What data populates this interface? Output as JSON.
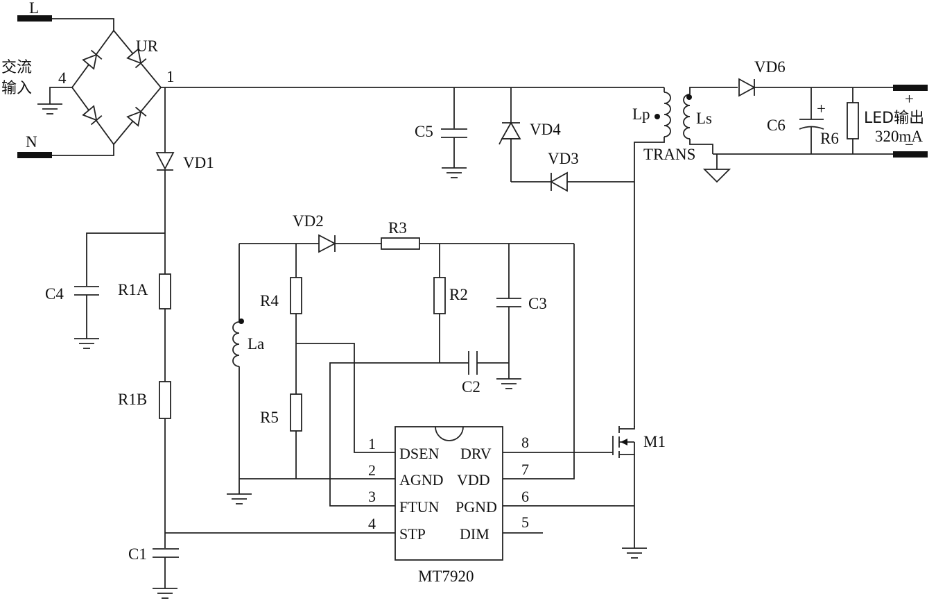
{
  "terminals": {
    "l": "L",
    "n": "N",
    "ac_input_line1": "交流",
    "ac_input_line2": "输入"
  },
  "nodes": {
    "n4": "4",
    "n1": "1"
  },
  "components": {
    "ur": "UR",
    "vd1": "VD1",
    "vd2": "VD2",
    "vd3": "VD3",
    "vd4": "VD4",
    "vd6": "VD6",
    "c1": "C1",
    "c2": "C2",
    "c3": "C3",
    "c4": "C4",
    "c5": "C5",
    "c6": "C6",
    "r1a": "R1A",
    "r1b": "R1B",
    "r2": "R2",
    "r3": "R3",
    "r4": "R4",
    "r5": "R5",
    "r6": "R6",
    "la": "La",
    "lp": "Lp",
    "ls": "Ls",
    "trans": "TRANS",
    "m1": "M1"
  },
  "output": {
    "label": "LED输出",
    "current": "320mA",
    "plus": "+",
    "minus": "−",
    "c6_plus": "+"
  },
  "ic": {
    "name": "MT7920",
    "pins": [
      {
        "num": "1",
        "name": "DSEN"
      },
      {
        "num": "2",
        "name": "AGND"
      },
      {
        "num": "3",
        "name": "FTUN"
      },
      {
        "num": "4",
        "name": "STP"
      },
      {
        "num": "8",
        "name": "DRV"
      },
      {
        "num": "7",
        "name": "VDD"
      },
      {
        "num": "6",
        "name": "PGND"
      },
      {
        "num": "5",
        "name": "DIM"
      }
    ]
  }
}
